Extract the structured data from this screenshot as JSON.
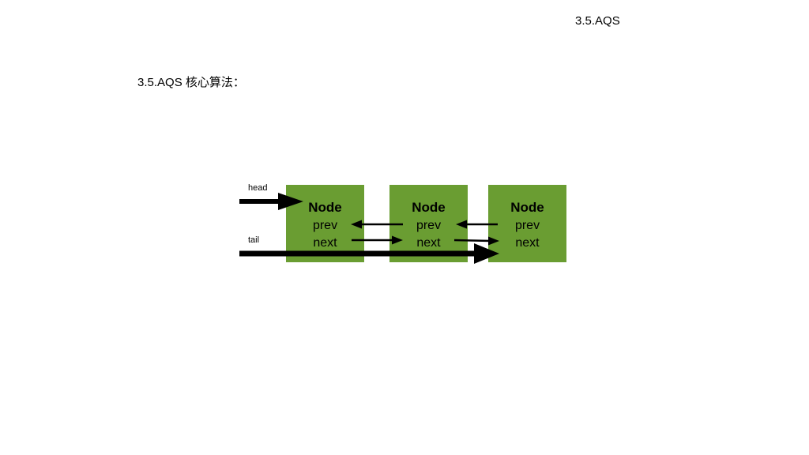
{
  "slide": {
    "header_label": "3.5.AQS",
    "section_title": "3.5.AQS 核心算法："
  },
  "diagram": {
    "node_color": "#6a9d32",
    "arrow_color": "#000000",
    "pointers": {
      "head": "head",
      "tail": "tail"
    },
    "nodes": [
      {
        "title": "Node",
        "prev": "prev",
        "next": "next"
      },
      {
        "title": "Node",
        "prev": "prev",
        "next": "next"
      },
      {
        "title": "Node",
        "prev": "prev",
        "next": "next"
      }
    ]
  }
}
